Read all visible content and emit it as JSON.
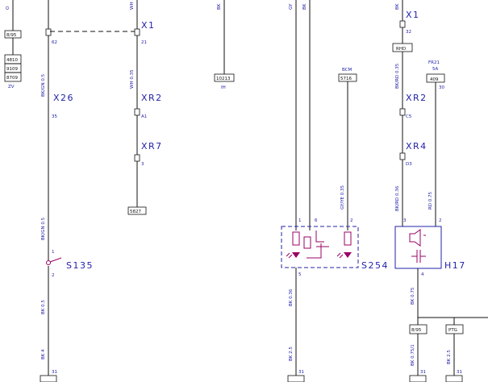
{
  "connectors": {
    "x1": "X1",
    "x1_right": "X1",
    "x26": "X26",
    "xr2_mid": "XR2",
    "xr7": "XR7",
    "xr2_right": "XR2",
    "xr4": "XR4",
    "s135": "S135",
    "s254": "S254",
    "h17": "H17"
  },
  "pins": {
    "p62": "62",
    "p21": "21",
    "p35": "35",
    "pA1": "A1",
    "p3": "3",
    "p1_s135": "1",
    "p2_s135": "2",
    "p31_left": "31",
    "p1_s254": "1",
    "p6_s254": "6",
    "p2_s254": "2",
    "p5_s254": "5",
    "p31_mid": "31",
    "p32": "32",
    "p30": "30",
    "pC5": "C5",
    "pD3": "D3",
    "p3_h17": "3",
    "p2_h17": "2",
    "p4_h17": "4",
    "p31_r1": "31",
    "p31_r2": "31"
  },
  "refs": {
    "left_top": "8/95",
    "stack": [
      "4810",
      "9109",
      "8709"
    ],
    "zv": "ZV",
    "ref10213": "10213",
    "ih": "IH",
    "ref5827": "5827",
    "ref5716": "5716",
    "bcm": "BCM",
    "rhd": "RHD",
    "ref409": "409",
    "fr21": "FR21",
    "amp": "5A",
    "bot_r1": "8/95",
    "bot_r2": "PTG"
  },
  "wires": {
    "c_left_top": "O",
    "bk_gn_035": "BK/GN 0.5",
    "bk_gn_05": "BK/GN 0.5",
    "bk_05": "BK 0.5",
    "bk_4": "BK 4",
    "wh_top": "WH",
    "wh_035": "WH 0.35",
    "bk_top_mid": "BK",
    "gy_top": "GY",
    "bk_top_mid2": "BK",
    "gy_ye_035": "GY/YE 0.35",
    "bk_036": "BK 0.36",
    "bk_25": "BK 2.5",
    "bk_top_right": "BK",
    "bk_rd_035": "BK/RD 0.35",
    "bk_rd_036": "BK/RD 0.36",
    "rd_075": "RD 0.75",
    "bk_075": "BK 0.75",
    "bk_075_1": "BK 0.75/1",
    "bk_25_r": "BK 2.5"
  }
}
